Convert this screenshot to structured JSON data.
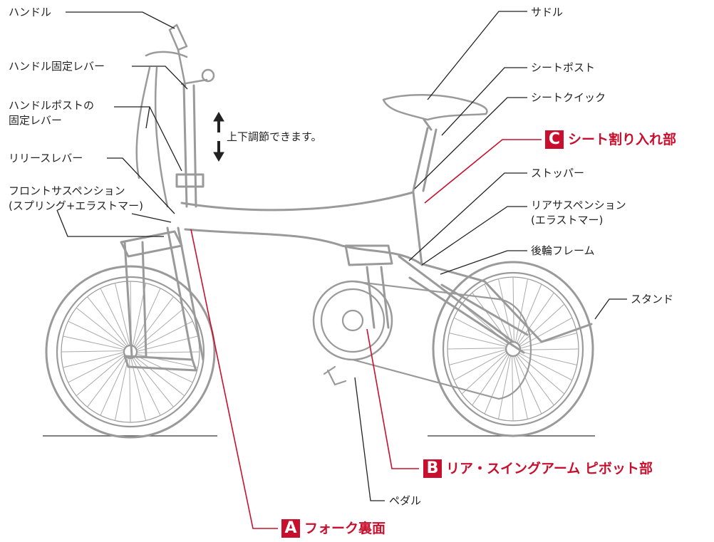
{
  "labels": {
    "handle": "ハンドル",
    "handle_lever": "ハンドル固定レバー",
    "post_lever": [
      "ハンドルポストの",
      "固定レバー"
    ],
    "release_lever": "リリースレバー",
    "front_susp": [
      "フロントサスペンション",
      "(スプリング+エラストマー)"
    ],
    "saddle": "サドル",
    "seatpost": "シートポスト",
    "seat_quick": "シートクイック",
    "stopper": "ストッパー",
    "rear_susp": [
      "リアサスペンション",
      "(エラストマー)"
    ],
    "rear_frame": "後輪フレーム",
    "stand": "スタンド",
    "pedal": "ペダル",
    "adjust": "上下調節できます。"
  },
  "callouts": {
    "a": {
      "letter": "A",
      "text": "フォーク裏面"
    },
    "b": {
      "letter": "B",
      "text": "リア・スイングアーム ピボット部"
    },
    "c": {
      "letter": "C",
      "text": "シート割り入れ部"
    }
  },
  "colors": {
    "accent": "#c8102e",
    "line": "#222222",
    "bike": "#9a9a9a"
  }
}
